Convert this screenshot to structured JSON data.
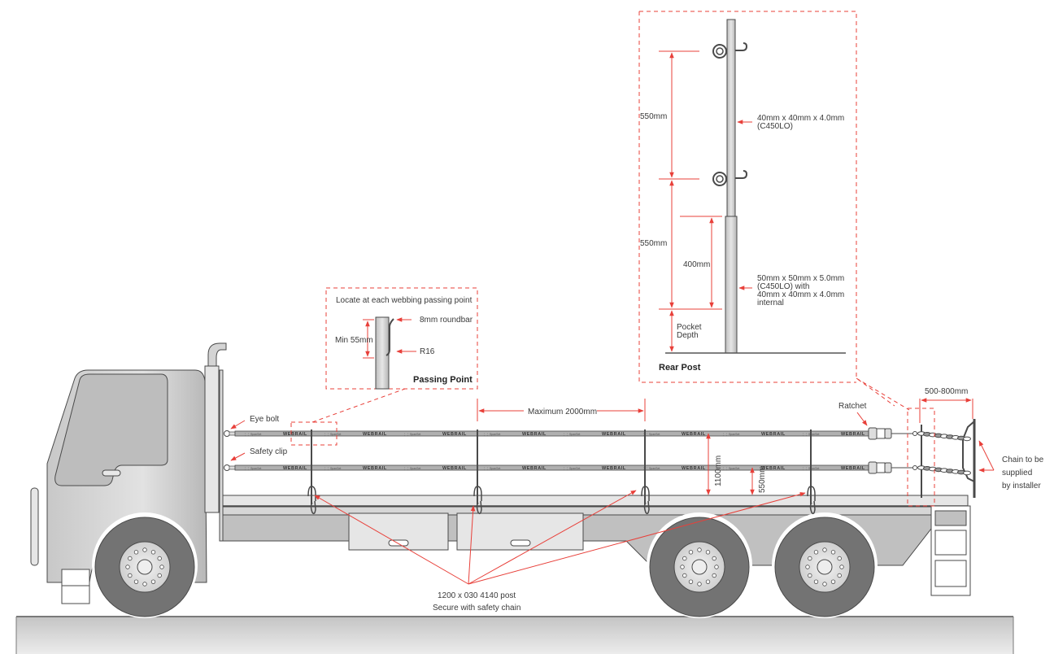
{
  "title": "Truck Webrail Installation Diagram",
  "colors": {
    "annotation": "#e8403a",
    "body_light": "#e6e6e6",
    "body_mid": "#c2c2c2",
    "tyre": "#737373",
    "outline": "#4a4a4a"
  },
  "rear_post": {
    "heading": "Rear Post",
    "upper_section_spec_line1": "40mm x 40mm x 4.0mm",
    "upper_section_spec_line2": "(C450LO)",
    "lower_section_spec_line1": "50mm x 50mm x 5.0mm",
    "lower_section_spec_line2": "(C450LO) with",
    "lower_section_spec_line3": "40mm x 40mm x 4.0mm",
    "lower_section_spec_line4": "internal",
    "dim_upper": "550mm",
    "dim_lower": "550mm",
    "dim_sleeve": "400mm",
    "pocket_line1": "Pocket",
    "pocket_line2": "Depth"
  },
  "passing_point": {
    "heading": "Passing Point",
    "instruction": "Locate at each webbing passing point",
    "dim_min": "Min 55mm",
    "roundbar": "8mm roundbar",
    "radius": "R16"
  },
  "truck_labels": {
    "eye_bolt": "Eye bolt",
    "safety_clip": "Safety clip",
    "max_spacing": "Maximum 2000mm",
    "height_top": "1100mm",
    "height_mid": "550mm",
    "ratchet": "Ratchet",
    "rear_gap": "500-800mm",
    "chain_line1": "Chain to be",
    "chain_line2": "supplied",
    "chain_line3": "by installer",
    "post_line1": "1200 x 030 4140 post",
    "post_line2": "Secure with safety chain"
  },
  "webbing": {
    "brand": "WEBRAIL",
    "sub_brand": "SpanSet"
  },
  "icons": {
    "eye_bolt": "eye-bolt-icon",
    "ratchet": "ratchet-buckle-icon",
    "chain": "chain-icon",
    "wheel": "wheel-icon"
  }
}
